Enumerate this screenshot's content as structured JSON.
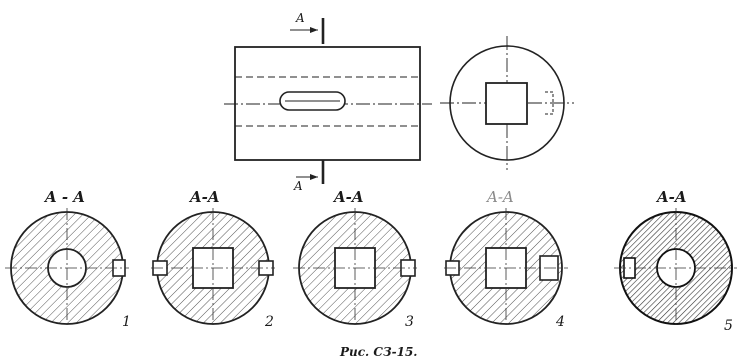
{
  "drawing": {
    "cut_letter_top": "A",
    "cut_letter_bottom": "A",
    "caption": "Рис. СЗ-15."
  },
  "sections": [
    {
      "title": "A - A",
      "number": "1",
      "hole": "circle",
      "notches": [
        "right"
      ]
    },
    {
      "title": "A-A",
      "number": "2",
      "hole": "square",
      "notches": [
        "left",
        "right"
      ]
    },
    {
      "title": "A-A",
      "number": "3",
      "hole": "square",
      "notches": [
        "right"
      ]
    },
    {
      "title": "A-A",
      "number": "4",
      "hole": "square",
      "notches": [
        "left",
        "right-window"
      ]
    },
    {
      "title": "A-A",
      "number": "5",
      "hole": "circle",
      "notches": [
        "left-window"
      ]
    }
  ]
}
